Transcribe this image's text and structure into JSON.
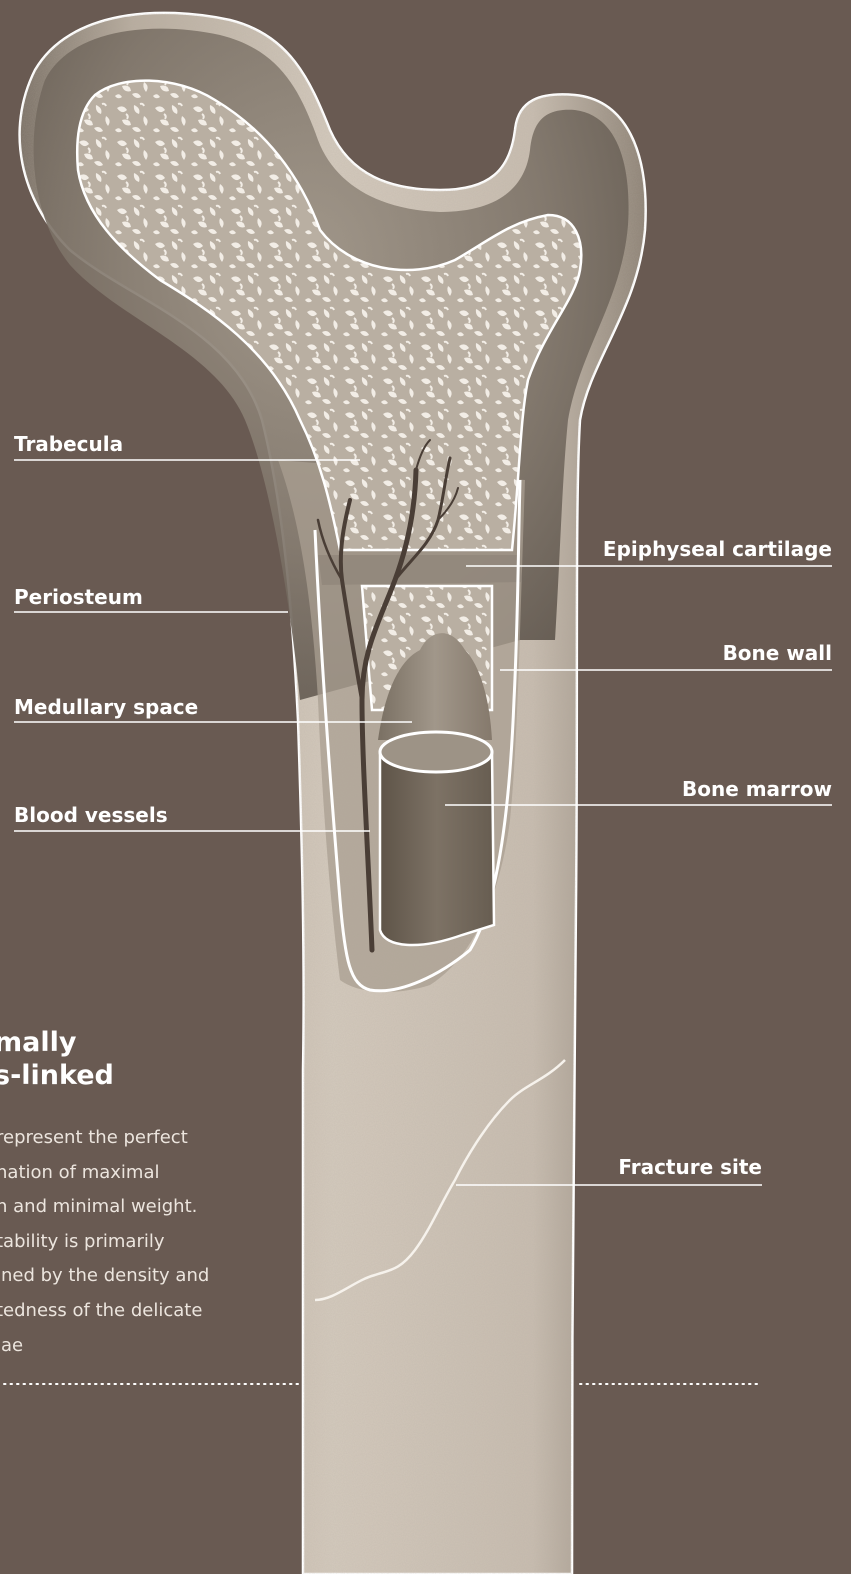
{
  "labels": {
    "trabecula": "Trabecula",
    "periosteum": "Periosteum",
    "medullary_space": "Medullary space",
    "blood_vessels": "Blood vessels",
    "epiphyseal_cartilage": "Epiphyseal cartilage",
    "bone_wall": "Bone wall",
    "bone_marrow": "Bone marrow",
    "fracture_site": "Fracture site"
  },
  "text_block": {
    "heading": "mally\ns-linked",
    "body": "represent the perfect\nnation of maximal\nh and minimal weight.\ntability is primarily\nined by the density and\ntedness of the delicate\nlae"
  },
  "colors": {
    "background": "#695a52",
    "bone_light": "#cfc4b7",
    "bone_mid": "#a79c8f",
    "bone_dark": "#6e6459",
    "outline": "#ffffff",
    "vessel": "#4a3e36"
  }
}
